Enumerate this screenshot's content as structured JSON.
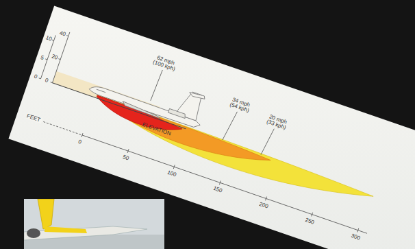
{
  "diagram": {
    "labels": [
      "10",
      "5",
      "0",
      "40",
      "20",
      "0",
      "62 mph (100 kph)",
      "34 mph (54 kph)",
      "20 mph (33 kph)",
      "ELEVATION",
      "FEET",
      "0",
      "50",
      "100",
      "150",
      "200",
      "250",
      "300"
    ]
  }
}
